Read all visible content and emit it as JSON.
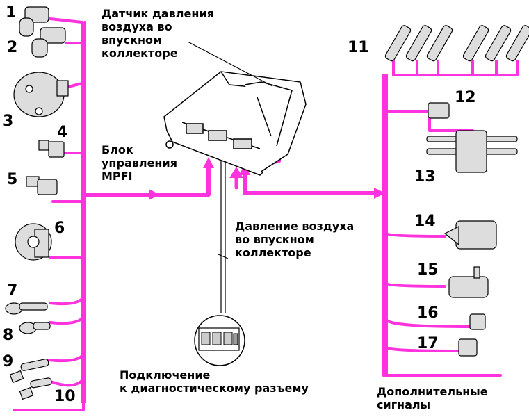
{
  "colors": {
    "wire": "#ff33dd",
    "line": "#000000",
    "background": "#ffffff"
  },
  "labels": {
    "map_sensor": "Датчик давления\nвоздуха во\nвпускном\nколлекторе",
    "ecu": "Блок\nуправления\nMPFI",
    "manifold_pressure": "Давление воздуха\nво впускном\nколлекторе",
    "diagnostic": "Подключение\nк диагностическому разъему",
    "additional_signals": "Дополнительные\nсигналы"
  },
  "numbers": [
    "1",
    "2",
    "3",
    "4",
    "5",
    "6",
    "7",
    "8",
    "9",
    "10",
    "11",
    "12",
    "13",
    "14",
    "15",
    "16",
    "17"
  ],
  "icons": {
    "ecu": "ecu-unit-icon",
    "injectors": "fuel-injector-icon",
    "diagnostic": "diagnostic-connector-icon"
  }
}
